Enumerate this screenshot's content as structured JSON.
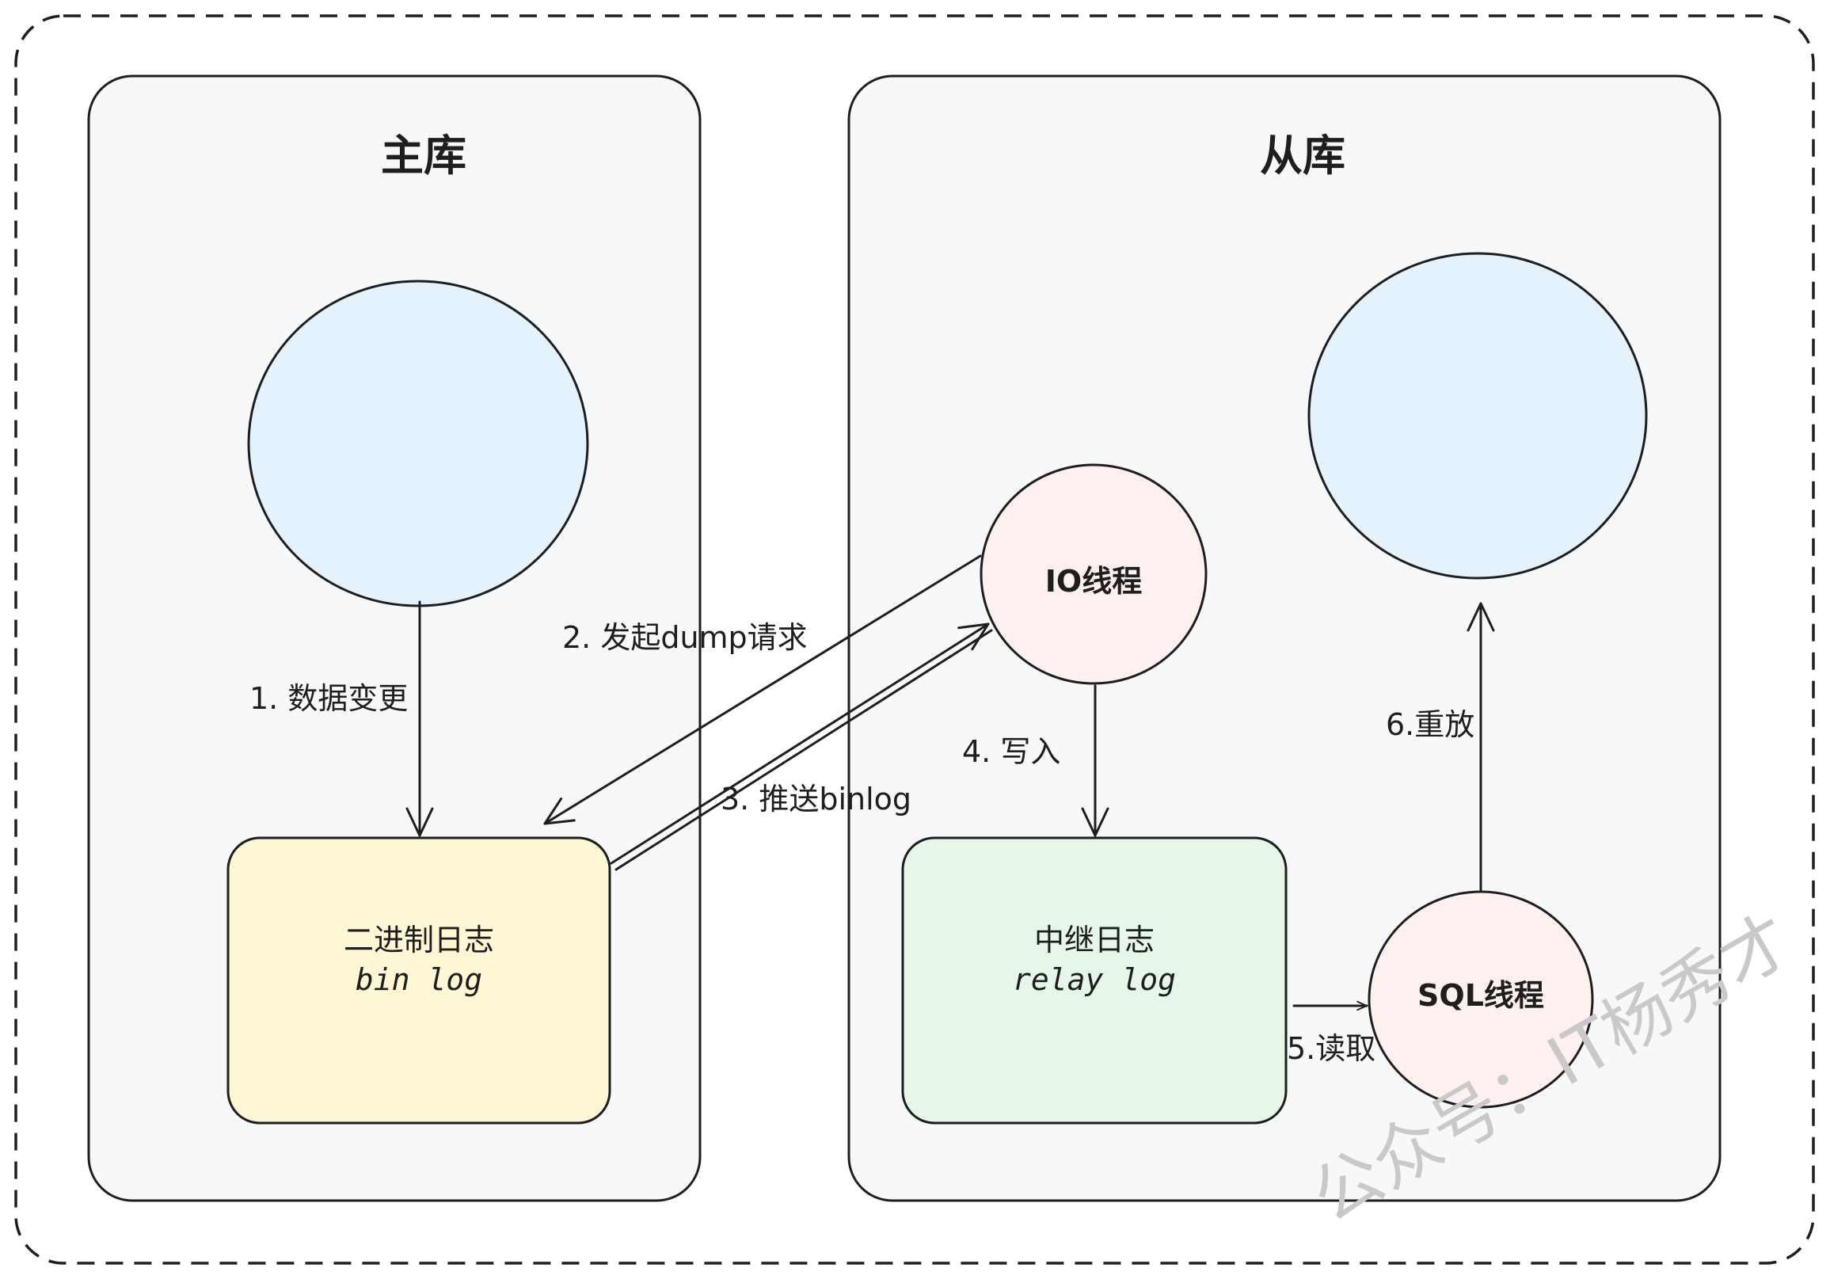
{
  "panels": {
    "master": {
      "title": "主库"
    },
    "slave": {
      "title": "从库"
    }
  },
  "nodes": {
    "binlog_box": {
      "line1": "二进制日志",
      "line2": "bin log",
      "fill": "#fdf7d6"
    },
    "relay_box": {
      "line1": "中继日志",
      "line2": "relay log",
      "fill": "#e6f7ea"
    },
    "io_thread": {
      "label": "IO线程",
      "fill": "#fdf0ef"
    },
    "sql_thread": {
      "label": "SQL线程",
      "fill": "#fdf0ef"
    },
    "master_db_fill": "#e3f2fc",
    "slave_db_fill": "#e3f2fc"
  },
  "edges": {
    "step1": "1. 数据变更",
    "step2": "2. 发起dump请求",
    "step3": "3. 推送binlog",
    "step4": "4. 写入",
    "step5": "5.读取",
    "step6": "6.重放"
  },
  "watermark": "公众号：IT杨秀才",
  "colors": {
    "panel_fill": "#f7f8fa",
    "stroke": "#1e1e1e"
  }
}
